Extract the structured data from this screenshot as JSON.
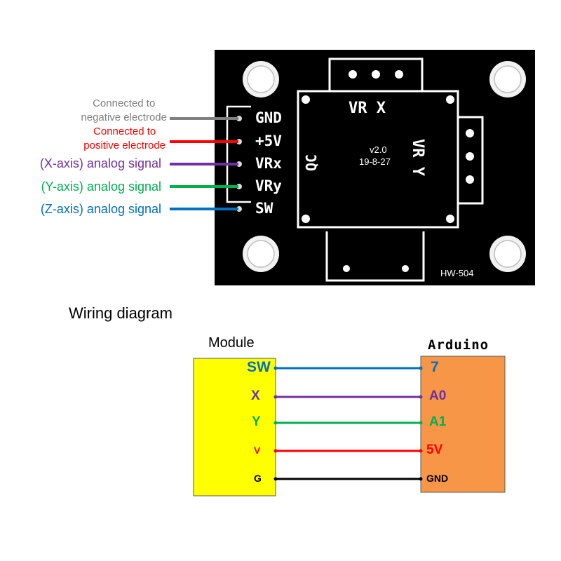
{
  "colors": {
    "gray": "#808080",
    "red": "#ff0000",
    "purple": "#7030a0",
    "green": "#00b050",
    "blue": "#0070c0",
    "black": "#000000",
    "module_fill": "#ffff00",
    "arduino_fill": "#f79646",
    "pcb": "#000000"
  },
  "board": {
    "pins": [
      "GND",
      "+5V",
      "VRx",
      "VRy",
      "SW"
    ],
    "vr_x": "VR X",
    "vr_y": "VR Y",
    "qc": "QC",
    "version": "v2.0",
    "date": "19-8-27",
    "model": "HW-504"
  },
  "annotations": [
    {
      "text": "Connected to\nnegative electrode",
      "color": "gray"
    },
    {
      "text": "Connected to\npositive electrode",
      "color": "red"
    },
    {
      "text": "(X-axis) analog signal",
      "color": "purple"
    },
    {
      "text": "(Y-axis) analog signal",
      "color": "green"
    },
    {
      "text": "(Z-axis) analog signal",
      "color": "blue"
    }
  ],
  "wiring": {
    "title": "Wiring diagram",
    "module_label": "Module",
    "arduino_label": "Arduino",
    "connections": [
      {
        "module_pin": "SW",
        "arduino_pin": "7",
        "color": "blue"
      },
      {
        "module_pin": "X",
        "arduino_pin": "A0",
        "color": "purple"
      },
      {
        "module_pin": "Y",
        "arduino_pin": "A1",
        "color": "green"
      },
      {
        "module_pin": "V",
        "arduino_pin": "5V",
        "color": "red"
      },
      {
        "module_pin": "G",
        "arduino_pin": "GND",
        "color": "black"
      }
    ]
  }
}
